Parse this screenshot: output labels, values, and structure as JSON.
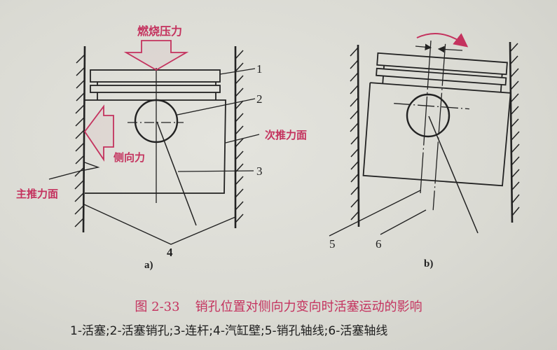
{
  "diagram_a": {
    "force_top_label": "燃烧压力",
    "side_force_label": "侧向力",
    "major_thrust_label": "主推力面",
    "minor_thrust_label": "次推力面",
    "numbers": [
      "1",
      "2",
      "3",
      "4"
    ],
    "sublabel": "a)"
  },
  "diagram_b": {
    "numbers": [
      "5",
      "6"
    ],
    "sublabel": "b)"
  },
  "caption": {
    "figure_number": "图 2-33",
    "title": "销孔位置对侧向力变向时活塞运动的影响"
  },
  "legend": {
    "text": "1-活塞;2-活塞销孔;3-连杆;4-汽缸壁;5-销孔轴线;6-活塞轴线",
    "items": [
      {
        "num": "1",
        "label": "活塞"
      },
      {
        "num": "2",
        "label": "活塞销孔"
      },
      {
        "num": "3",
        "label": "连杆"
      },
      {
        "num": "4",
        "label": "汽缸壁"
      },
      {
        "num": "5",
        "label": "销孔轴线"
      },
      {
        "num": "6",
        "label": "活塞轴线"
      }
    ]
  },
  "colors": {
    "accent": "#c4325e",
    "ink": "#222222",
    "paper": "#dcdcd6"
  }
}
